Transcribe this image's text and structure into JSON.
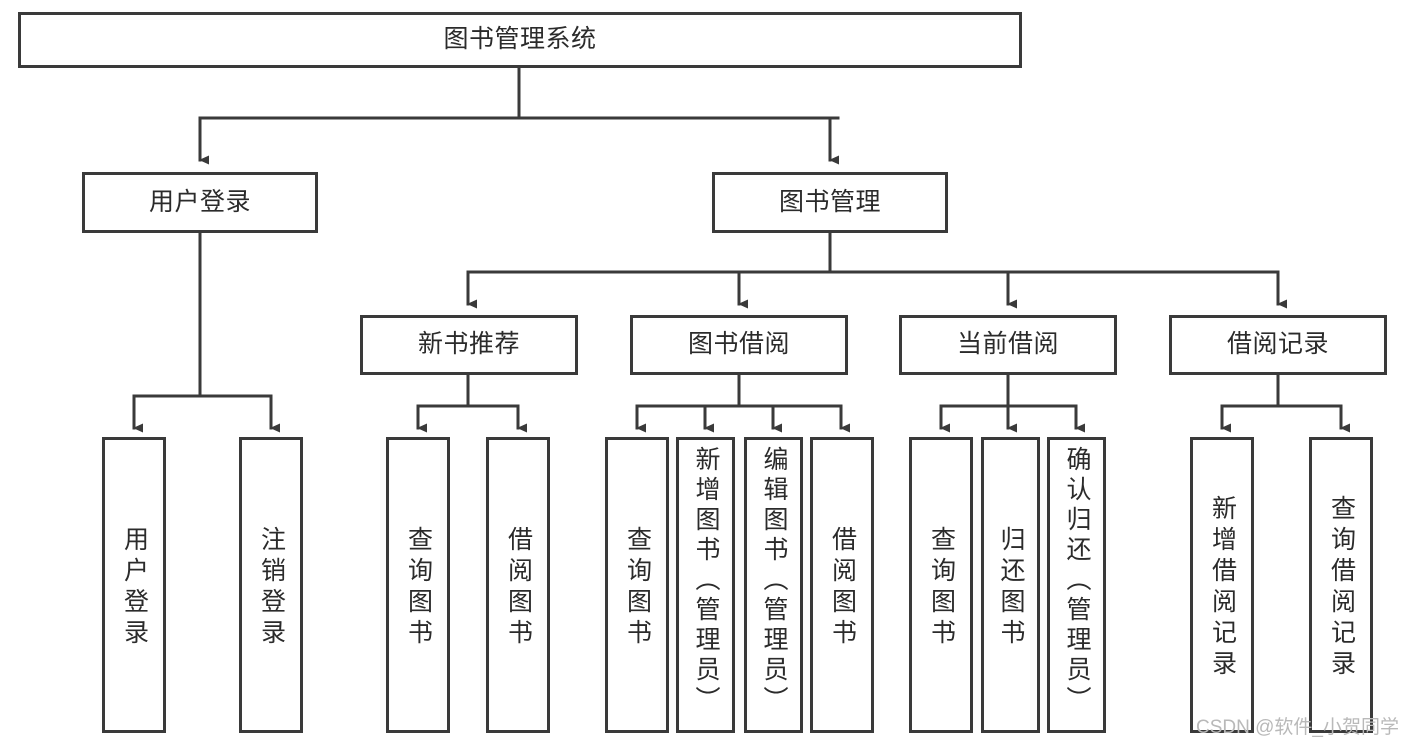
{
  "diagram": {
    "type": "tree-hierarchy-flowchart",
    "title": "图书管理系统",
    "stroke_color": "#3a3a3a",
    "text_color": "#2b2b2b",
    "background_color": "#ffffff",
    "root": {
      "label": "图书管理系统"
    },
    "level1": [
      {
        "label": "用户登录"
      },
      {
        "label": "图书管理"
      }
    ],
    "level2": [
      {
        "label": "新书推荐"
      },
      {
        "label": "图书借阅"
      },
      {
        "label": "当前借阅"
      },
      {
        "label": "借阅记录"
      }
    ],
    "leaves": [
      {
        "label": "用户登录",
        "parent": "用户登录"
      },
      {
        "label": "注销登录",
        "parent": "用户登录"
      },
      {
        "label": "查询图书",
        "parent": "新书推荐"
      },
      {
        "label": "借阅图书",
        "parent": "新书推荐"
      },
      {
        "label": "查询图书",
        "parent": "图书借阅"
      },
      {
        "label": "新增图书（管理员）",
        "parent": "图书借阅"
      },
      {
        "label": "编辑图书（管理员）",
        "parent": "图书借阅"
      },
      {
        "label": "借阅图书",
        "parent": "图书借阅"
      },
      {
        "label": "查询图书",
        "parent": "当前借阅"
      },
      {
        "label": "归还图书",
        "parent": "当前借阅"
      },
      {
        "label": "确认归还（管理员）",
        "parent": "当前借阅"
      },
      {
        "label": "新增借阅记录",
        "parent": "借阅记录"
      },
      {
        "label": "查询借阅记录",
        "parent": "借阅记录"
      }
    ]
  },
  "watermark": {
    "text": "CSDN @软件_小贺同学"
  }
}
